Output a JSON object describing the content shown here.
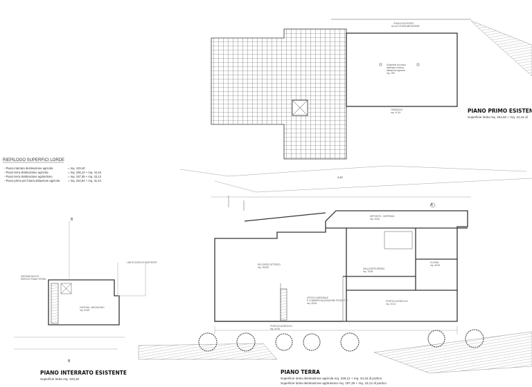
{
  "summary": {
    "title": "RIEPILOGO  SUPERFICI LORDE",
    "rows": [
      {
        "label": "- Piano interrato destinazione agricola",
        "value": "= mq. 103,40"
      },
      {
        "label": "- Piano terra destinazione agricola",
        "value": "= mq. 226,12 + mq. 44,16"
      },
      {
        "label": "- Piano terra destinazione agriturismo",
        "value": "= mq. 197,35 + mq. 43,12"
      },
      {
        "label": "- Piano primo per futura abitazione agricola",
        "value": "= mq. 154,84 + mq. 41,44"
      }
    ]
  },
  "first_floor": {
    "title": "PIANO PRIMO ESISTENTE",
    "area": "Superficie lorda  mq. 154,84 + mq. 41,44 di",
    "access_zone": [
      "ZONA DI ACCESSO",
      "ALLA FUTURA ABITAZIONE"
    ],
    "room": [
      "Superficie al rustico",
      "destinata a futura",
      "abitazione agricola",
      "mq. 155"
    ],
    "terrace": [
      "TERRAZZO",
      "mq. 41,44"
    ]
  },
  "ground_floor": {
    "title": "PIANO TERRA",
    "area_lines": [
      "Superficie lorda destinazione agricola       mq. 226,12 + mq. 44,16 di portico",
      "Superficie lorda destinazione agriturismo mq. 197,35 + mq. 43,12 di portico"
    ],
    "rooms": {
      "ricovero": [
        "RICOVERO ATTREZZI",
        "mq. 150,55"
      ],
      "ufficio": [
        "UFFICIO AZIENDALE",
        "E COMMERCIALIZZAZIONE PRODOTTI",
        "mq. 45,64"
      ],
      "sala": [
        "SALA AGRITURISMO",
        "mq. 78,55"
      ],
      "cucina": [
        "CUCINA",
        "mq. 45,00"
      ],
      "deposito": [
        "DEPOSITO - DISPENSA",
        "mq. 33,60"
      ],
      "portico_sx": [
        "PORTICO AGRICOLO",
        "mq. 44,16"
      ],
      "portico_dx": [
        "PORTICO AGRICOLO",
        "mq. 43,12"
      ]
    },
    "elevation": "3.80",
    "section_marker": "A"
  },
  "basement": {
    "title": "PIANO INTERRATO ESISTENTE",
    "area": "Superficie lorda  mq. 103,40",
    "room": [
      "CANTINA - MAGAZZINO",
      "mq. 90,60"
    ],
    "outline_label": [
      "SAGOMA NUOVO",
      "EDIFICIO PIANO TERRA"
    ],
    "limit_label": "LIMITE EDIFICIO ESISTENTE",
    "section_marker": "B"
  }
}
